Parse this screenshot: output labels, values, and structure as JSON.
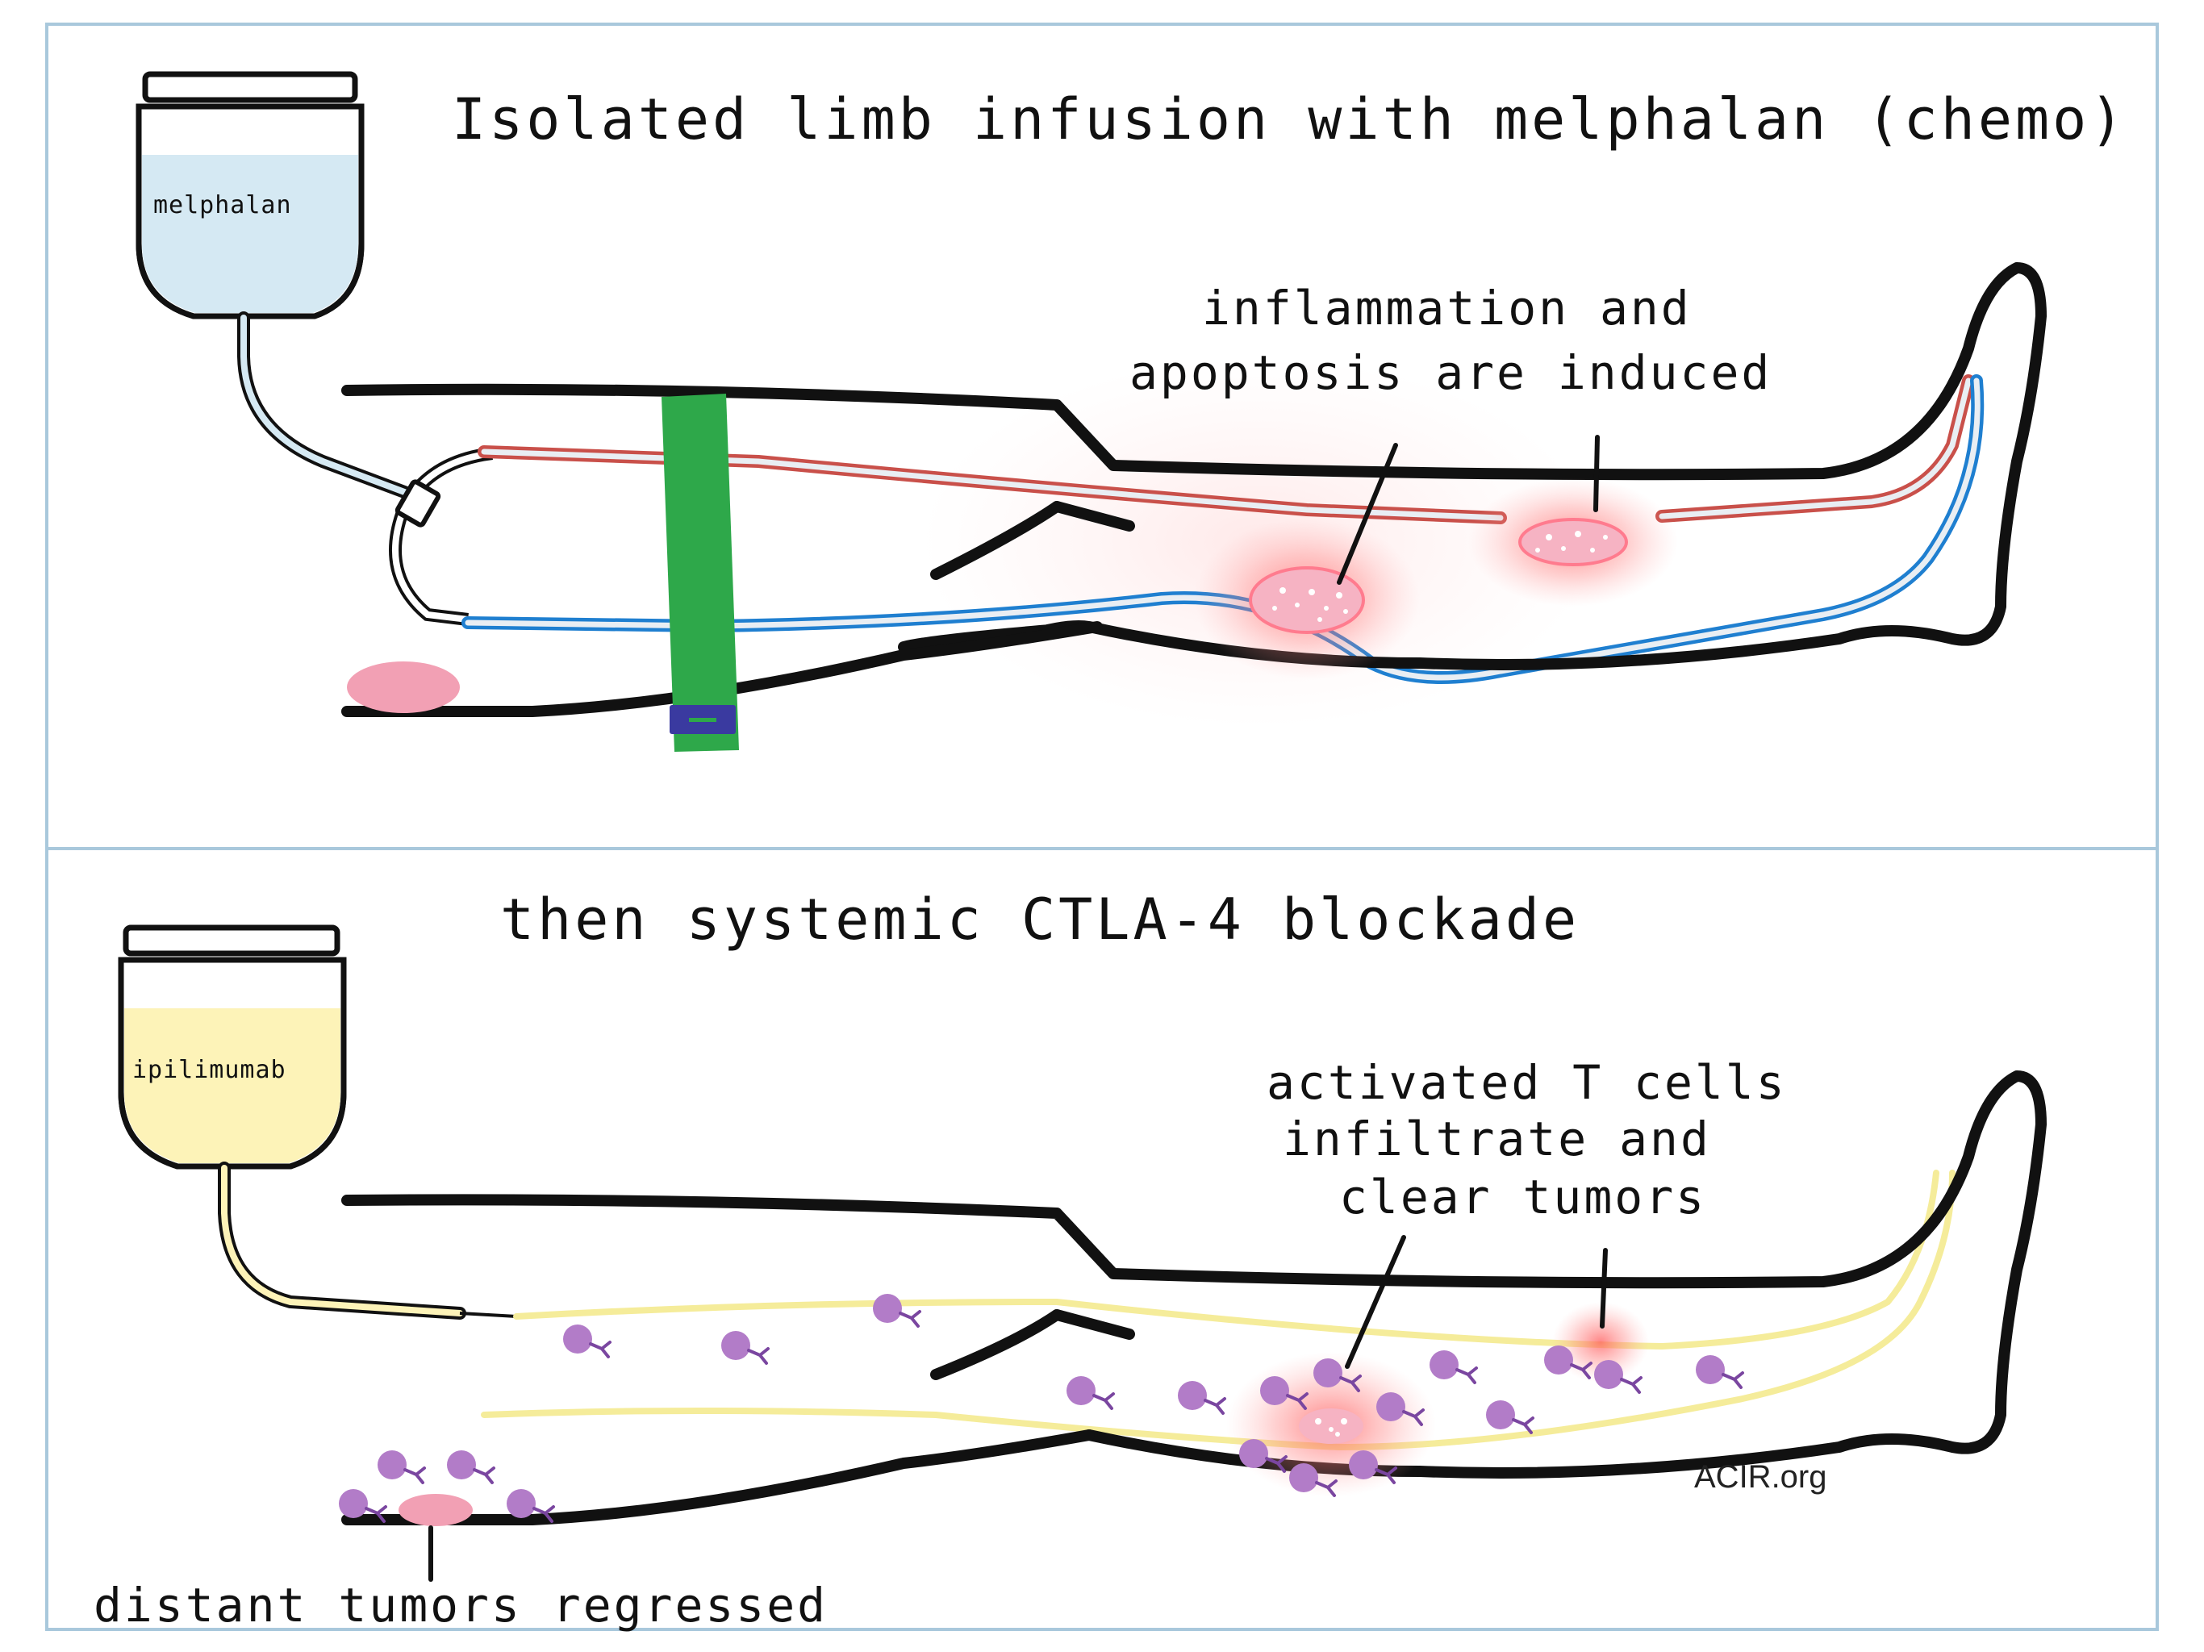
{
  "panel_top": {
    "title": "Isolated limb infusion with melphalan (chemo)",
    "bag_label": "melphalan",
    "annotation_line1": "inflammation and",
    "annotation_line2": "apoptosis are induced",
    "colors": {
      "bag_fluid": "#d5e9f3",
      "artery": "#c9504a",
      "vein": "#1f7fd0",
      "tourniquet": "#2ea84a",
      "tourniquet_clasp": "#3a3aa0",
      "tumor": "#f2a0b4",
      "inflammation_glow": "#ff6a6a"
    }
  },
  "panel_bottom": {
    "title": "then systemic CTLA-4 blockade",
    "bag_label": "ipilimumab",
    "annotation_line1": "activated T cells",
    "annotation_line2": "infiltrate and",
    "annotation_line3": "clear tumors",
    "distant_label": "distant tumors  regressed",
    "credit": "ACIR.org",
    "colors": {
      "bag_fluid": "#fdf3b8",
      "vessel": "#f5ec9a",
      "t_cell": "#b27cc8",
      "tumor": "#f2a0b4"
    }
  }
}
